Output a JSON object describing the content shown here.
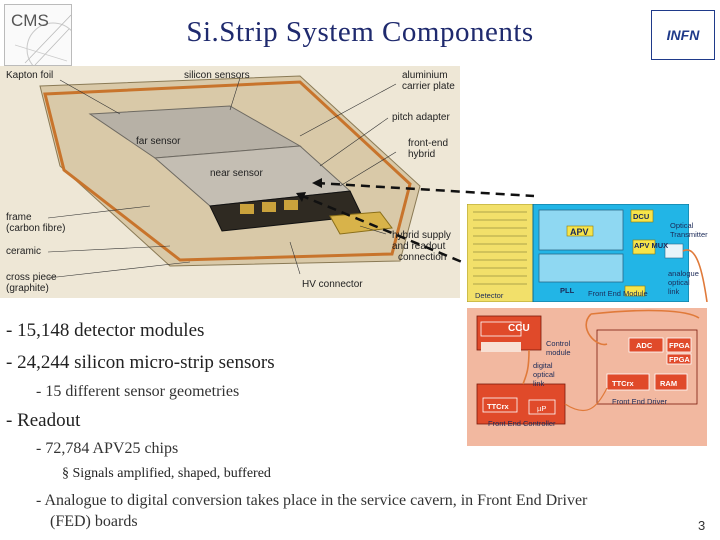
{
  "slide": {
    "title": "Si.Strip System Components",
    "page_number": "3"
  },
  "logos": {
    "left_text": "CMS",
    "right_text": "INFN"
  },
  "photo_labels": {
    "kapton_foil": "Kapton foil",
    "silicon_sensors": "silicon sensors",
    "aluminium_carrier_plate_1": "aluminium",
    "aluminium_carrier_plate_2": "carrier plate",
    "pitch_adapter": "pitch adapter",
    "front_end_hybrid_1": "front-end",
    "front_end_hybrid_2": "hybrid",
    "far_sensor": "far sensor",
    "near_sensor": "near sensor",
    "frame_1": "frame",
    "frame_2": "(carbon fibre)",
    "ceramic": "ceramic",
    "cross_piece_1": "cross piece",
    "cross_piece_2": "(graphite)",
    "hv_connector": "HV connector",
    "hybrid_supply_1": "hybrid supply",
    "hybrid_supply_2": "and readout",
    "hybrid_supply_3": "connection"
  },
  "diagram_labels": {
    "dcu": "DCU",
    "apv": "APV",
    "apv_mux": "APV MUX",
    "pll": "PLL",
    "optical_transmitter_1": "Optical",
    "optical_transmitter_2": "Transmitter",
    "front_end_module": "Front End Module",
    "analogue_optical_link_1": "analogue",
    "analogue_optical_link_2": "optical",
    "analogue_optical_link_3": "link",
    "detector": "Detector",
    "ccu": "CCU",
    "control_module_1": "Control",
    "control_module_2": "module",
    "digital_optical_link_1": "digital",
    "digital_optical_link_2": "optical",
    "digital_optical_link_3": "link",
    "ttcrx_ctrl": "TTCrx",
    "mup": "µP",
    "front_end_controller": "Front End Controller",
    "adc": "ADC",
    "fpga_1": "FPGA",
    "fpga_2": "FPGA",
    "ttcrx_drv": "TTCrx",
    "ram": "RAM",
    "front_end_driver": "Front End Driver"
  },
  "bullets": {
    "detector_modules": "- 15,148 detector modules",
    "silicon_sensors": "- 24,244 silicon micro-strip sensors",
    "sensor_geometries": "- 15 different sensor geometries",
    "readout": "- Readout",
    "apv_chips": "- 72,784 APV25 chips",
    "signals": "§ Signals amplified, shaped, buffered",
    "conversion_line1": "- Analogue to digital conversion takes place in the service cavern, in Front End Driver",
    "conversion_line2": "(FED) boards"
  },
  "colors": {
    "title": "#1f2a6e",
    "front_end_module_bg": "#22b5e6",
    "detector_bg": "#f2e06a",
    "control_bg": "#f2b8a0",
    "chip_red": "#e04a2a",
    "chip_yellow": "#f6e44a"
  }
}
